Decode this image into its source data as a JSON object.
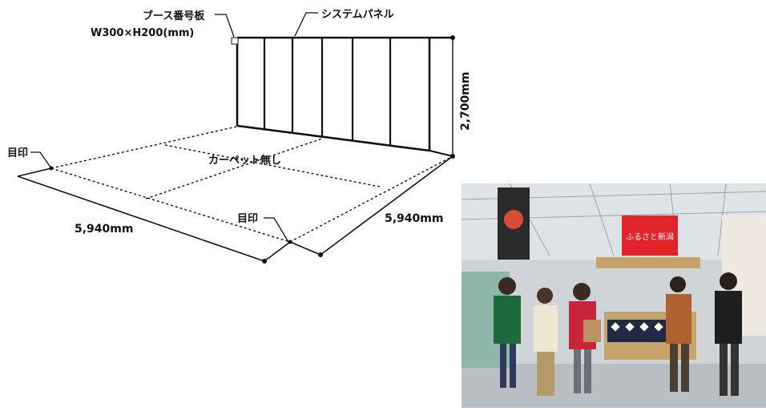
{
  "diagram": {
    "labels": {
      "booth_plate_name": "ブース番号板",
      "booth_plate_size": "W300×H200(mm)",
      "system_panel": "システムパネル",
      "height": "2,700mm",
      "carpet": "カーペット無し",
      "marker_left": "目印",
      "marker_bottom": "目印",
      "width_left": "5,940mm",
      "width_right": "5,940mm"
    }
  },
  "photo": {
    "banner_title": "ふるさと新潟"
  },
  "colors": {
    "line": "#111111",
    "banner_red": "#e0242a",
    "counter_wood": "#c7a46b",
    "tent_sky": "#d9dde2"
  }
}
